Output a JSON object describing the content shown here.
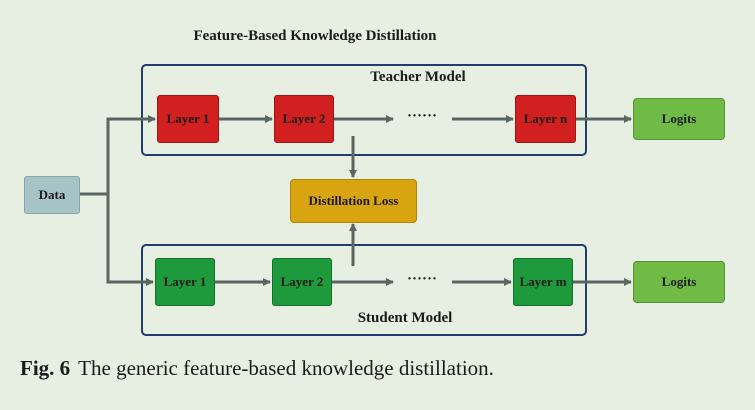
{
  "diagram": {
    "title": "Feature-Based Knowledge Distillation",
    "teacher_label": "Teacher Model",
    "student_label": "Student Model",
    "data_label": "Data",
    "distillation_loss": "Distillation Loss",
    "teacher_layers": [
      "Layer 1",
      "Layer 2",
      "Layer n"
    ],
    "student_layers": [
      "Layer 1",
      "Layer 2",
      "Layer m"
    ],
    "ellipsis": "······",
    "teacher_logits": "Logits",
    "student_logits": "Logits",
    "colors": {
      "teacher_layer": "#d21f1f",
      "student_layer": "#1e9a3c",
      "logits": "#6fbb45",
      "loss": "#d8a410",
      "data": "#a6c3c6",
      "box_border": "#253a6e",
      "arrow": "#5a6660"
    }
  },
  "caption": {
    "label": "Fig. 6",
    "text": "The generic feature-based knowledge distillation."
  }
}
